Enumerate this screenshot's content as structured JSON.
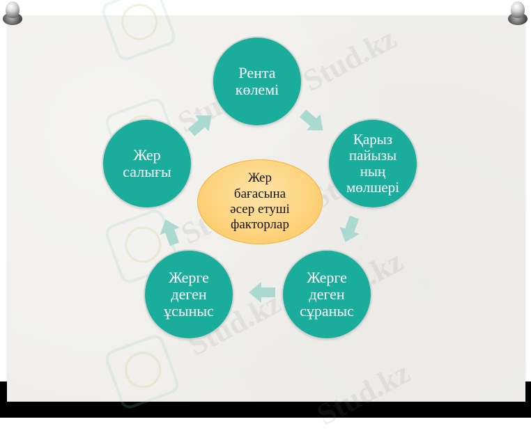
{
  "diagram": {
    "center": {
      "lines": [
        "Жер",
        "бағасына",
        "әсер етуші",
        "факторлар"
      ],
      "fill": "#fdd27c",
      "border": "#f4b336"
    },
    "nodes": [
      {
        "id": "rent",
        "lines": [
          "Рента",
          "көлемі"
        ]
      },
      {
        "id": "loan-interest",
        "lines": [
          "Қарыз",
          "пайызы",
          "ның",
          "мөлшері"
        ]
      },
      {
        "id": "demand",
        "lines": [
          "Жерге",
          "деген",
          "сұраныс"
        ]
      },
      {
        "id": "supply",
        "lines": [
          "Жерге",
          "деген",
          "ұсыныс"
        ]
      },
      {
        "id": "land-tax",
        "lines": [
          "Жер",
          "салығы"
        ]
      }
    ],
    "node_color": "#1aad9b",
    "arrow_color": "#a9d9d1",
    "arrows": [
      {
        "from": "rent",
        "to": "loan-interest"
      },
      {
        "from": "loan-interest",
        "to": "demand"
      },
      {
        "from": "demand",
        "to": "supply"
      },
      {
        "from": "supply",
        "to": "land-tax"
      },
      {
        "from": "land-tax",
        "to": "rent"
      }
    ]
  },
  "watermark": {
    "text": "Stud.kz"
  }
}
